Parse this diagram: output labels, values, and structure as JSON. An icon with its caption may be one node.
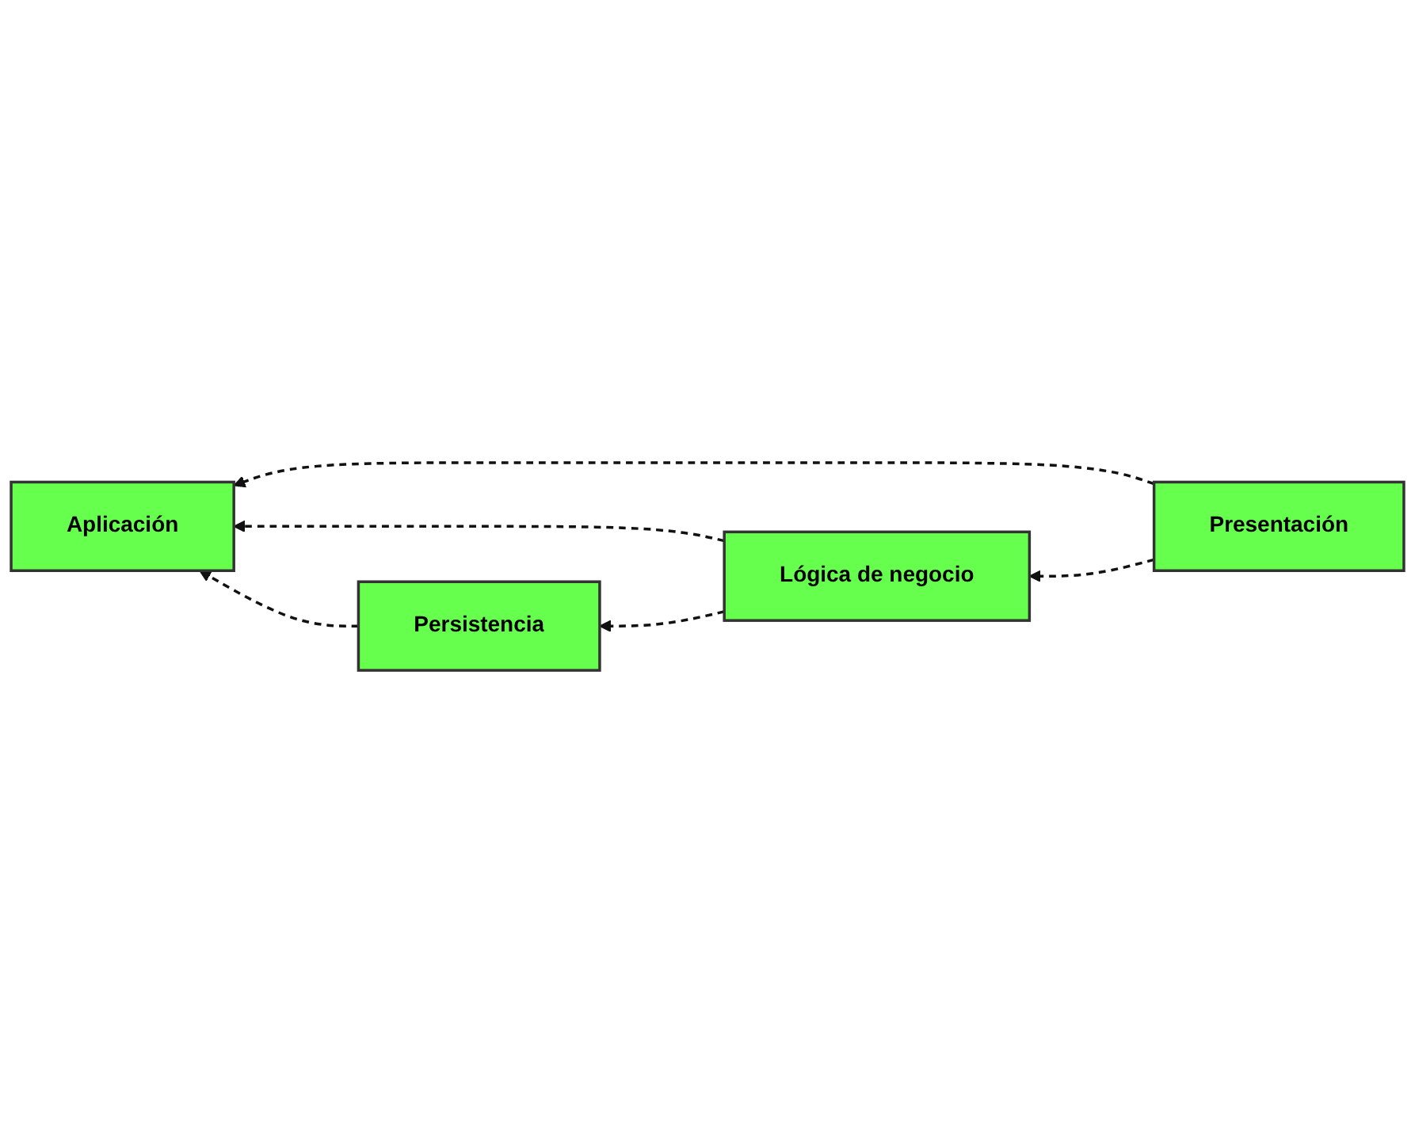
{
  "diagram": {
    "nodes": [
      {
        "text": [
          "Presentación"
        ]
      },
      {
        "text": [
          "Aplicación"
        ]
      },
      {
        "text": [
          "Lógica de negocio"
        ]
      },
      {
        "text": [
          "Persistencia"
        ]
      }
    ],
    "edges": [
      {
        "from": 0,
        "to": 1,
        "arrow": "to",
        "style": "dashed"
      },
      {
        "from": 0,
        "to": 2,
        "arrow": "to",
        "style": "dashed"
      },
      {
        "from": 2,
        "to": 1,
        "arrow": "to",
        "style": "dashed"
      },
      {
        "from": 2,
        "to": 3,
        "arrow": "to",
        "style": "dashed"
      },
      {
        "from": 3,
        "to": 1,
        "arrow": "to",
        "style": "dashed"
      }
    ]
  }
}
